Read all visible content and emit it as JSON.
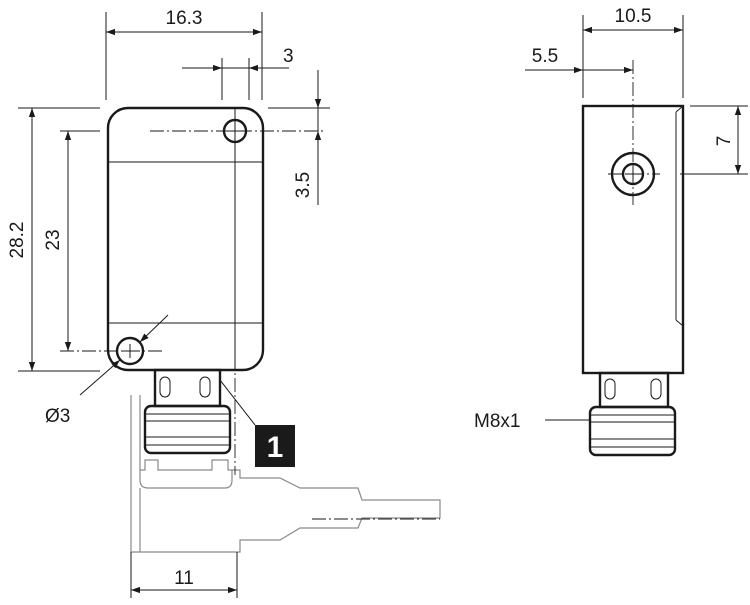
{
  "dimensions": {
    "width_front": "16.3",
    "slot_width": "3",
    "height_total": "28.2",
    "hole_spacing": "23",
    "hole_offset_top": "3.5",
    "hole_diameter": "Ø3",
    "connector_width": "11",
    "width_side": "10.5",
    "hole_offset_side": "5.5",
    "hole_height_side": "7"
  },
  "labels": {
    "connector_thread": "M8x1",
    "callout_number": "1"
  }
}
